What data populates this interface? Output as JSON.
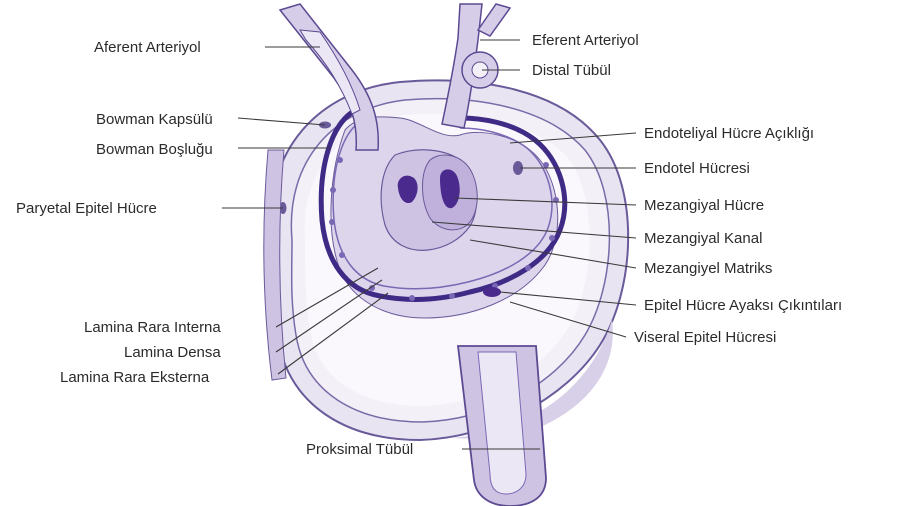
{
  "diagram": {
    "labels": {
      "afferent_arteriole": "Aferent Arteriyol",
      "efferent_arteriole": "Eferent Arteriyol",
      "distal_tubule": "Distal Tübül",
      "bowman_capsule": "Bowman Kapsülü",
      "bowman_space": "Bowman Boşluğu",
      "parietal_epithelial_cell": "Paryetal Epitel Hücre",
      "endothelial_fenestra": "Endoteliyal Hücre Açıklığı",
      "endothelial_cell": "Endotel Hücresi",
      "mesangial_cell": "Mezangiyal Hücre",
      "mesangial_channel": "Mezangiyal Kanal",
      "mesangial_matrix": "Mezangiyel Matriks",
      "foot_processes": "Epitel Hücre Ayaksı Çıkıntıları",
      "visceral_epithelial_cell": "Viseral Epitel Hücresi",
      "lamina_rara_interna": "Lamina Rara Interna",
      "lamina_densa": "Lamina Densa",
      "lamina_rara_externa": "Lamina Rara Eksterna",
      "proximal_tubule": "Proksimal Tübül"
    },
    "colors": {
      "capsule_fill": "#e9e4f2",
      "capsule_outline": "#6a5a9a",
      "basement_membrane": "#3f2a86",
      "vessel_fill": "#d6cde8",
      "vessel_outline": "#5c4a92",
      "mesangium_fill": "#cfc3e4",
      "nucleus": "#4b2a8e",
      "leader_line": "#3a3a3a",
      "label_text": "#2b2b2b"
    }
  }
}
